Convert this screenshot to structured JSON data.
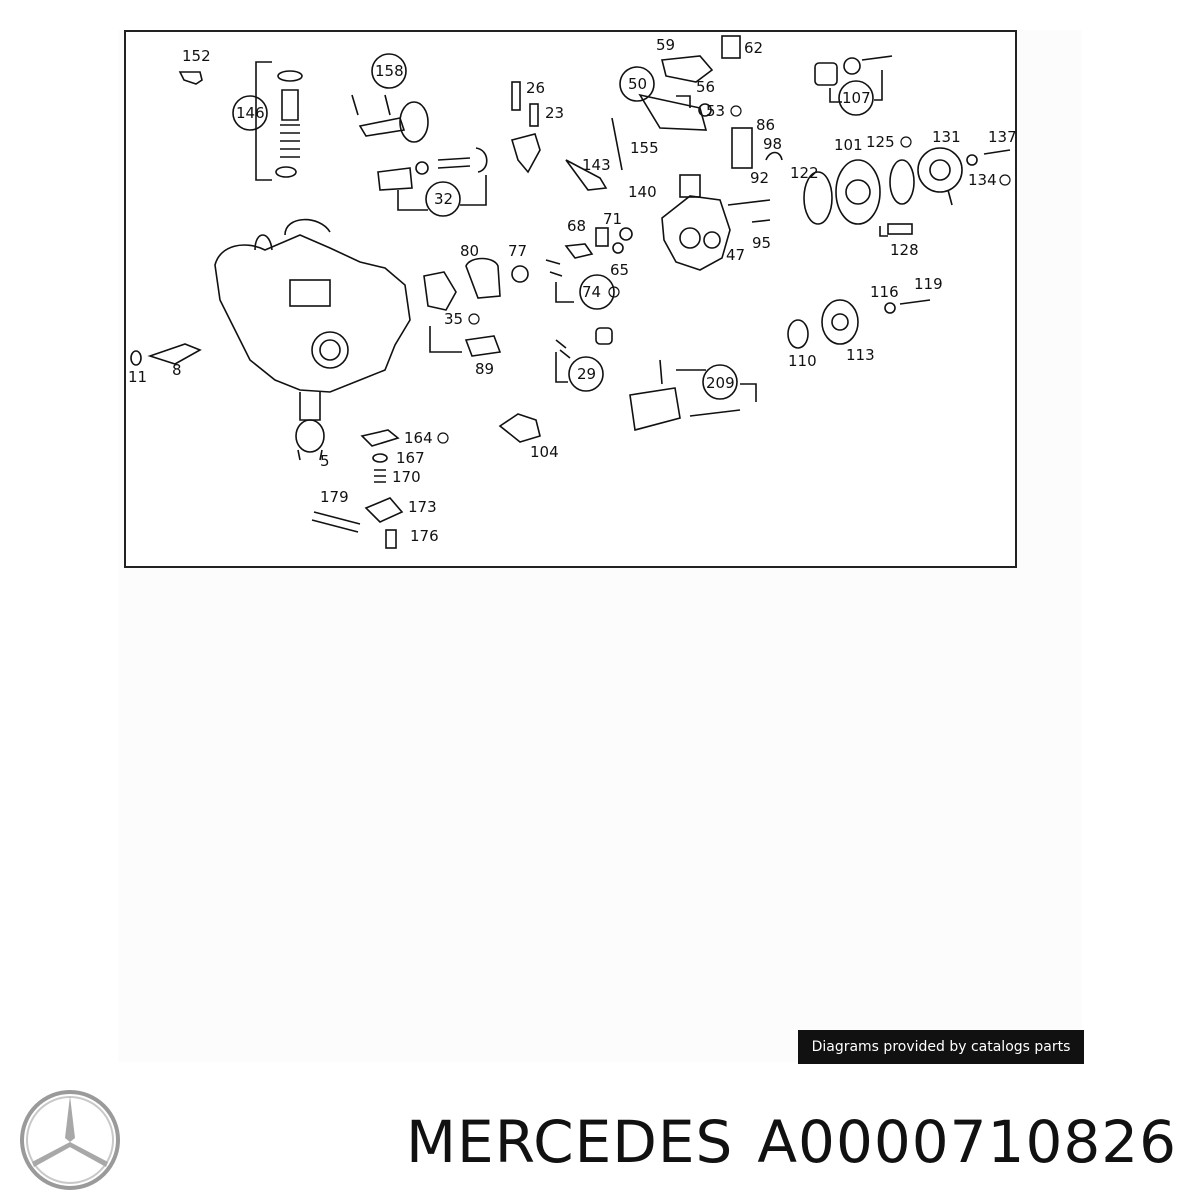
{
  "labels": [
    {
      "id": "152",
      "t": "152"
    },
    {
      "id": "146",
      "t": "146"
    },
    {
      "id": "158",
      "t": "158"
    },
    {
      "id": "26",
      "t": "26"
    },
    {
      "id": "23",
      "t": "23"
    },
    {
      "id": "59",
      "t": "59"
    },
    {
      "id": "62",
      "t": "62"
    },
    {
      "id": "50",
      "t": "50"
    },
    {
      "id": "56",
      "t": "56"
    },
    {
      "id": "53",
      "t": "53"
    },
    {
      "id": "107",
      "t": "107"
    },
    {
      "id": "86",
      "t": "86"
    },
    {
      "id": "98",
      "t": "98"
    },
    {
      "id": "101",
      "t": "101"
    },
    {
      "id": "125",
      "t": "125"
    },
    {
      "id": "131",
      "t": "131"
    },
    {
      "id": "137",
      "t": "137"
    },
    {
      "id": "122",
      "t": "122"
    },
    {
      "id": "134",
      "t": "134"
    },
    {
      "id": "155",
      "t": "155"
    },
    {
      "id": "143",
      "t": "143"
    },
    {
      "id": "140",
      "t": "140"
    },
    {
      "id": "92",
      "t": "92"
    },
    {
      "id": "32",
      "t": "32"
    },
    {
      "id": "68",
      "t": "68"
    },
    {
      "id": "71",
      "t": "71"
    },
    {
      "id": "95",
      "t": "95"
    },
    {
      "id": "128",
      "t": "128"
    },
    {
      "id": "47",
      "t": "47"
    },
    {
      "id": "80",
      "t": "80"
    },
    {
      "id": "77",
      "t": "77"
    },
    {
      "id": "65",
      "t": "65"
    },
    {
      "id": "74",
      "t": "74"
    },
    {
      "id": "35",
      "t": "35"
    },
    {
      "id": "116",
      "t": "116"
    },
    {
      "id": "119",
      "t": "119"
    },
    {
      "id": "11",
      "t": "11"
    },
    {
      "id": "8",
      "t": "8"
    },
    {
      "id": "89",
      "t": "89"
    },
    {
      "id": "29",
      "t": "29"
    },
    {
      "id": "110",
      "t": "110"
    },
    {
      "id": "113",
      "t": "113"
    },
    {
      "id": "209",
      "t": "209"
    },
    {
      "id": "164",
      "t": "164"
    },
    {
      "id": "167",
      "t": "167"
    },
    {
      "id": "170",
      "t": "170"
    },
    {
      "id": "5",
      "t": "5"
    },
    {
      "id": "104",
      "t": "104"
    },
    {
      "id": "179",
      "t": "179"
    },
    {
      "id": "173",
      "t": "173"
    },
    {
      "id": "176",
      "t": "176"
    }
  ],
  "caption": "Diagrams provided by catalogs parts",
  "brand": "MERCEDES",
  "part_number": "A0000710826",
  "logo_icon": "mercedes-star-icon"
}
